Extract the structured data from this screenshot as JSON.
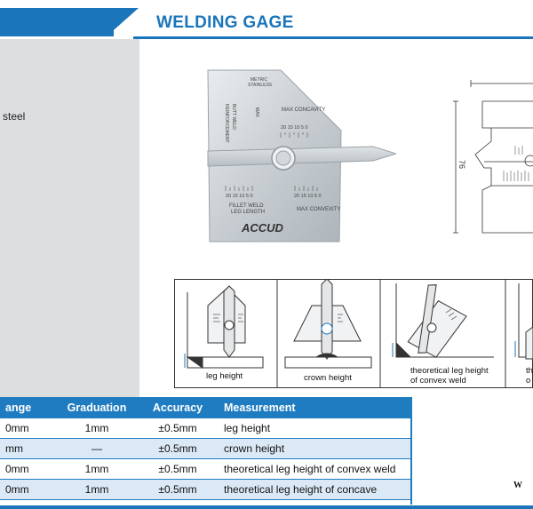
{
  "header": {
    "title": "WELDING GAGE"
  },
  "left_panel": {
    "text": "steel"
  },
  "photo": {
    "brand": "ACCUD",
    "markings": {
      "top1": "METRIC",
      "top2": "STAINLESS",
      "butt": "BUTT WELD",
      "reinf": "REINFORCEMENT",
      "maxmm": "MAX",
      "concavity": "MAX CONCAVITY",
      "scale_upper": "20 15 10 5 0",
      "scale_lower_left": "20 15 10 5 0",
      "scale_lower_right": "20 15 10 5 0",
      "fillet": "FILLET WELD",
      "leglen": "LEG LENGTH",
      "convexity": "MAX CONVEXITY"
    }
  },
  "drawing": {
    "dimension": "76"
  },
  "usage": {
    "captions": [
      "leg height",
      "crown height",
      "theoretical leg height",
      "of convex weld",
      "th",
      "o"
    ]
  },
  "table": {
    "headers": [
      "ange",
      "Graduation",
      "Accuracy",
      "Measurement"
    ],
    "rows": [
      {
        "range": "0mm",
        "graduation": "1mm",
        "accuracy": "±0.5mm",
        "measurement": "leg height"
      },
      {
        "range": "mm",
        "graduation": "—",
        "accuracy": "±0.5mm",
        "measurement": "crown height"
      },
      {
        "range": "0mm",
        "graduation": "1mm",
        "accuracy": "±0.5mm",
        "measurement": "theoretical leg height of convex weld"
      },
      {
        "range": "0mm",
        "graduation": "1mm",
        "accuracy": "±0.5mm",
        "measurement": "theoretical leg height of concave"
      }
    ]
  },
  "footer": {
    "fragment": "W"
  },
  "colors": {
    "brand_blue": "#1b75bb",
    "table_header": "#1f7cc1",
    "row_shade": "#dbe9f6",
    "panel_grey": "#dcdee0"
  }
}
